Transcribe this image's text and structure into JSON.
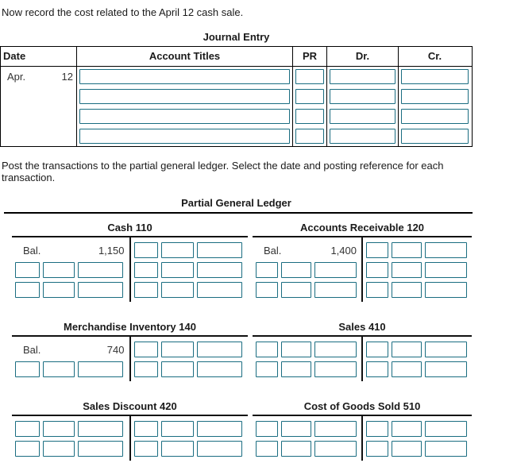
{
  "instructions": {
    "top": "Now record the cost related to the April 12 cash sale.",
    "post": "Post the transactions to the partial general ledger. Select the date and posting reference for each transaction."
  },
  "journal": {
    "title": "Journal Entry",
    "headers": {
      "date": "Date",
      "account_titles": "Account Titles",
      "pr": "PR",
      "dr": "Dr.",
      "cr": "Cr."
    },
    "entry_date": {
      "month": "Apr.",
      "day": "12"
    },
    "row_count": 4
  },
  "ledger": {
    "title": "Partial General Ledger",
    "accounts": [
      {
        "id": "cash-110",
        "name": "Cash 110",
        "rows": [
          {
            "left": {
              "type": "bal",
              "label": "Bal.",
              "value": "1,150"
            },
            "right": {
              "type": "inputs"
            }
          },
          {
            "left": {
              "type": "inputs"
            },
            "right": {
              "type": "inputs"
            }
          },
          {
            "left": {
              "type": "inputs"
            },
            "right": {
              "type": "inputs"
            }
          }
        ]
      },
      {
        "id": "accounts-receivable-120",
        "name": "Accounts Receivable 120",
        "rows": [
          {
            "left": {
              "type": "bal",
              "label": "Bal.",
              "value": "1,400"
            },
            "right": {
              "type": "inputs"
            }
          },
          {
            "left": {
              "type": "inputs"
            },
            "right": {
              "type": "inputs"
            }
          },
          {
            "left": {
              "type": "inputs"
            },
            "right": {
              "type": "inputs"
            }
          }
        ]
      },
      {
        "id": "merchandise-inventory-140",
        "name": "Merchandise Inventory 140",
        "rows": [
          {
            "left": {
              "type": "bal",
              "label": "Bal.",
              "value": "740"
            },
            "right": {
              "type": "inputs"
            }
          },
          {
            "left": {
              "type": "inputs"
            },
            "right": {
              "type": "inputs"
            }
          }
        ]
      },
      {
        "id": "sales-410",
        "name": "Sales 410",
        "rows": [
          {
            "left": {
              "type": "inputs"
            },
            "right": {
              "type": "inputs"
            }
          },
          {
            "left": {
              "type": "inputs"
            },
            "right": {
              "type": "inputs"
            }
          }
        ]
      },
      {
        "id": "sales-discount-420",
        "name": "Sales Discount 420",
        "rows": [
          {
            "left": {
              "type": "inputs"
            },
            "right": {
              "type": "inputs"
            }
          },
          {
            "left": {
              "type": "inputs"
            },
            "right": {
              "type": "inputs"
            }
          }
        ]
      },
      {
        "id": "cost-of-goods-sold-510",
        "name": "Cost of Goods Sold 510",
        "rows": [
          {
            "left": {
              "type": "inputs"
            },
            "right": {
              "type": "inputs"
            }
          },
          {
            "left": {
              "type": "inputs"
            },
            "right": {
              "type": "inputs"
            }
          }
        ]
      }
    ]
  },
  "colors": {
    "input_border": "#1a6d81",
    "table_line": "#000000"
  }
}
